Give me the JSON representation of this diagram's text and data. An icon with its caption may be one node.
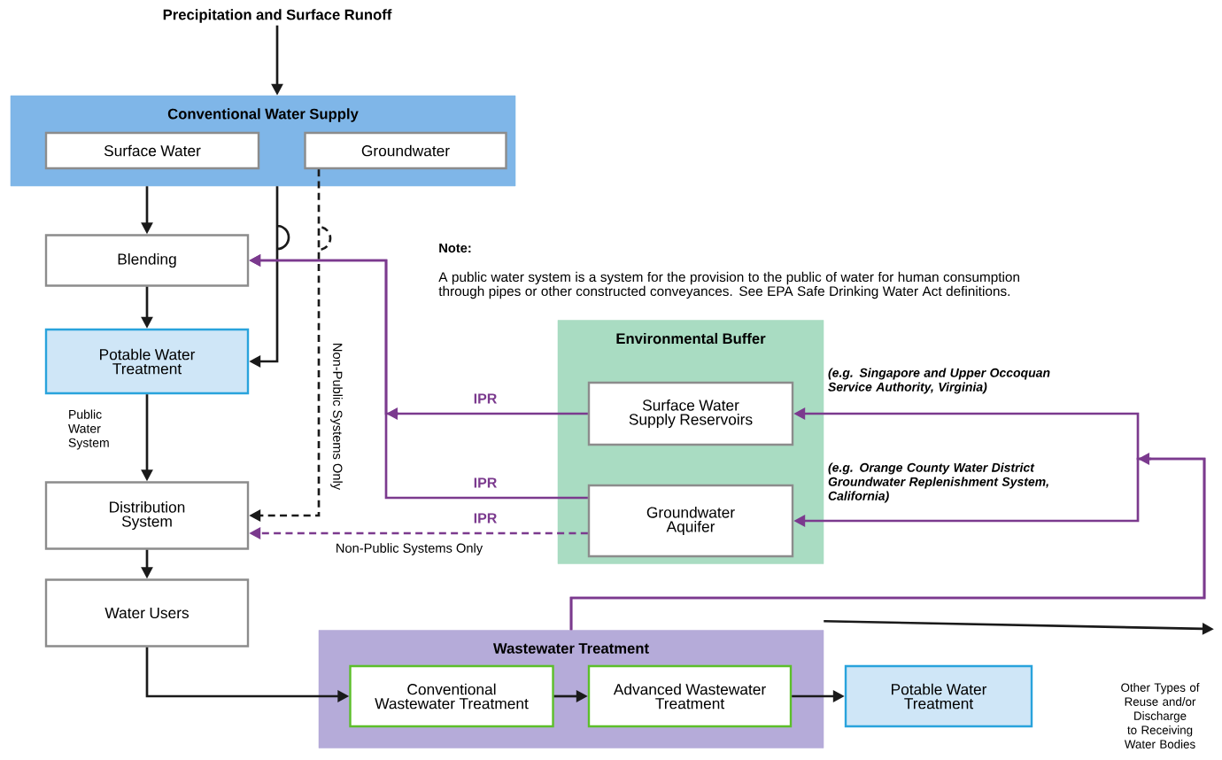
{
  "diagram": {
    "nodes": [
      {
        "text": [
          "Precipitation and Surface Runoff"
        ]
      },
      {
        "text": [
          "Conventional Water Supply"
        ]
      },
      {
        "text": [
          "Surface Water"
        ],
        "in": 1
      },
      {
        "text": [
          "Groundwater"
        ],
        "in": 1
      },
      {
        "text": [
          "Blending"
        ]
      },
      {
        "text": [
          "Potable Water Treatment"
        ]
      },
      {
        "text": [
          "Distribution System"
        ]
      },
      {
        "text": [
          "Water Users"
        ]
      },
      {
        "text": [
          "Environmental Buffer"
        ]
      },
      {
        "text": [
          "Surface Water Supply Reservoirs"
        ],
        "in": 8
      },
      {
        "text": [
          "Groundwater Aquifer"
        ],
        "in": 8
      },
      {
        "text": [
          "Wastewater Treatment"
        ]
      },
      {
        "text": [
          "Conventional Wastewater Treatment"
        ],
        "in": 11
      },
      {
        "text": [
          "Advanced Wastewater Treatment"
        ],
        "in": 11
      },
      {
        "text": [
          "Potable Water Treatment"
        ]
      },
      {
        "text": [
          "Other Types of Reuse and/or Discharge to Receiving Water Bodies"
        ]
      }
    ],
    "edges": [
      {
        "from": 0,
        "to": 1,
        "arrow": "to"
      },
      {
        "from": 1,
        "to": 4,
        "arrow": "to"
      },
      {
        "from": 1,
        "to": 5,
        "arrow": "to"
      },
      {
        "from": 3,
        "to": 6,
        "arrow": "to",
        "style": "dashed",
        "label": "Non-Public Systems Only"
      },
      {
        "from": 4,
        "to": 5,
        "arrow": "to"
      },
      {
        "from": 5,
        "to": 6,
        "arrow": "to",
        "label": "Public Water System"
      },
      {
        "from": 6,
        "to": 7,
        "arrow": "to"
      },
      {
        "from": 7,
        "to": 12,
        "arrow": "to"
      },
      {
        "from": 12,
        "to": 13,
        "arrow": "to"
      },
      {
        "from": 13,
        "to": 14,
        "arrow": "to"
      },
      {
        "from": 11,
        "to": 15,
        "arrow": "to"
      },
      {
        "from": 9,
        "to": 4,
        "arrow": "to",
        "color": "#7b3a8e",
        "label": "IPR"
      },
      {
        "from": 10,
        "to": 4,
        "arrow": "to",
        "color": "#7b3a8e",
        "label": "IPR"
      },
      {
        "from": 10,
        "to": 6,
        "arrow": "to",
        "color": "#7b3a8e",
        "style": "dashed",
        "label": "IPR"
      },
      {
        "from": 11,
        "to": 9,
        "arrow": "to",
        "color": "#7b3a8e",
        "label": "(e.g. Singapore and Upper Occoquan Service Authority, Virginia)"
      },
      {
        "from": 11,
        "to": 10,
        "arrow": "to",
        "color": "#7b3a8e",
        "label": "(e.g. Orange County Water District Groundwater Replenishment System, California)"
      }
    ],
    "labels": [
      "Note:",
      "A public water system is a system for the provision to the public of water for human consumption through pipes or other constructed conveyances. See EPA Safe Drinking Water Act definitions.",
      "Non-Public Systems Only"
    ]
  }
}
